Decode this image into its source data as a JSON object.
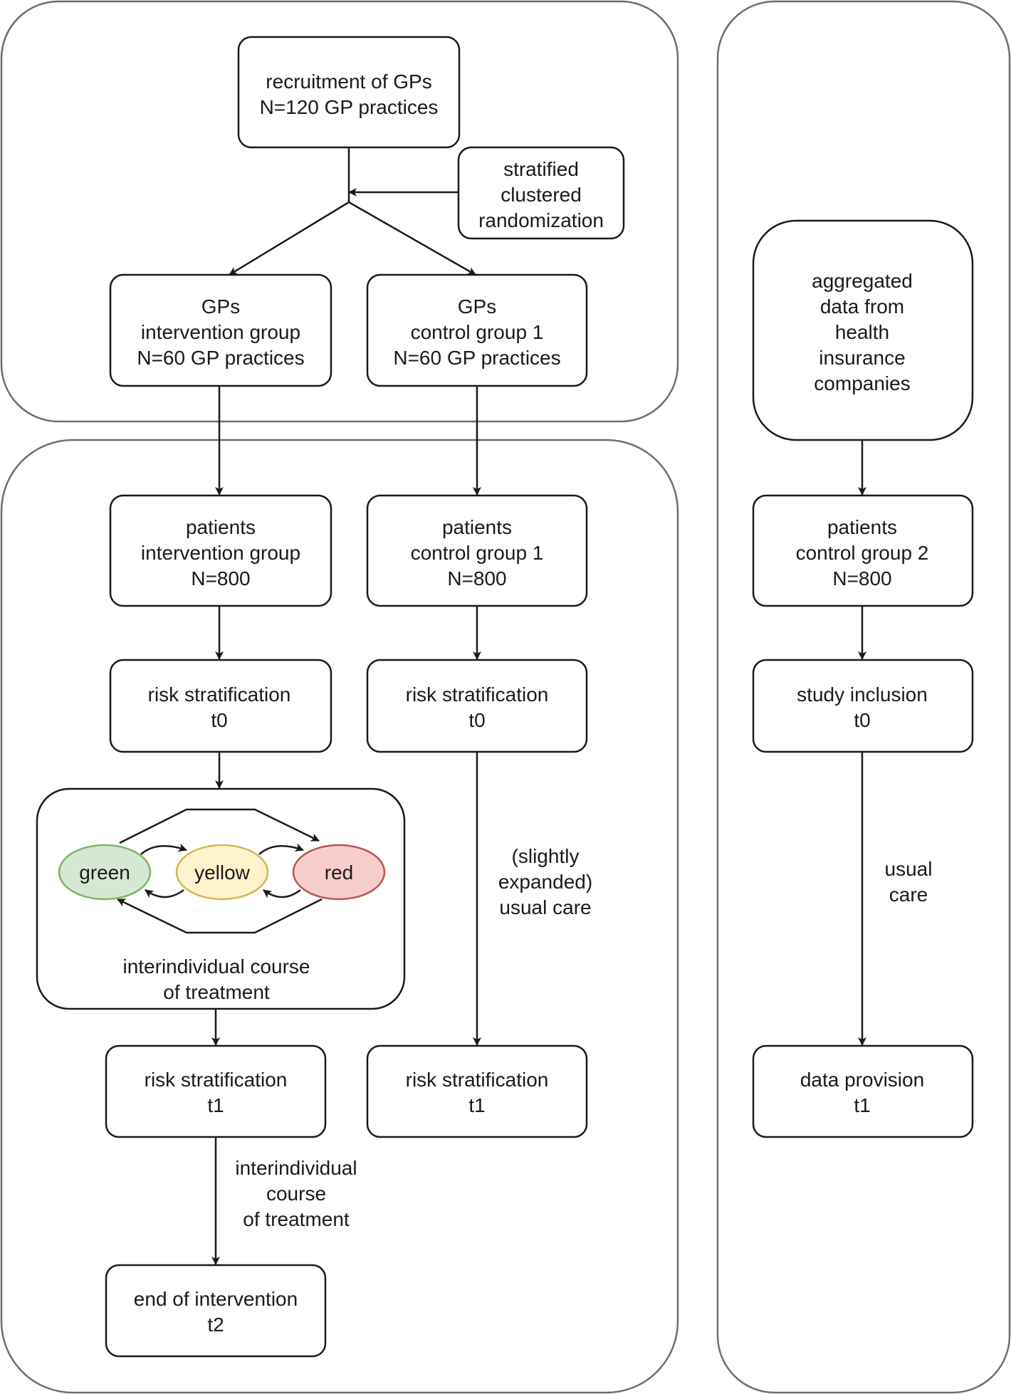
{
  "colors": {
    "green_fill": "#d5e8d4",
    "green_stroke": "#82b366",
    "yellow_fill": "#fff2cc",
    "yellow_stroke": "#d6b656",
    "red_fill": "#f8cecc",
    "red_stroke": "#b85450"
  },
  "boxes": {
    "recruitment": [
      "recruitment of GPs",
      "N=120 GP practices"
    ],
    "randomization": [
      "stratified",
      "clustered",
      "randomization"
    ],
    "gp_intervention": [
      "GPs",
      "intervention group",
      "N=60 GP practices"
    ],
    "gp_control1": [
      "GPs",
      "control group 1",
      "N=60 GP practices"
    ],
    "aggregated": [
      "aggregated",
      "data from",
      "health",
      "insurance",
      "companies"
    ],
    "pat_intervention": [
      "patients",
      "intervention group",
      "N=800"
    ],
    "pat_control1": [
      "patients",
      "control group 1",
      "N=800"
    ],
    "pat_control2": [
      "patients",
      "control group 2",
      "N=800"
    ],
    "risk_t0_intervention": [
      "risk stratification",
      "t0"
    ],
    "risk_t0_control1": [
      "risk stratification",
      "t0"
    ],
    "study_inclusion": [
      "study inclusion",
      "t0"
    ],
    "course_box": [
      "interindividual course",
      "of treatment"
    ],
    "risk_t1_intervention": [
      "risk stratification",
      "t1"
    ],
    "risk_t1_control1": [
      "risk stratification",
      "t1"
    ],
    "data_provision": [
      "data provision",
      "t1"
    ],
    "end_intervention": [
      "end of intervention",
      "t2"
    ]
  },
  "states": {
    "green": "green",
    "yellow": "yellow",
    "red": "red"
  },
  "edge_labels": {
    "control1_care": [
      "(slightly",
      "expanded)",
      "usual care"
    ],
    "control2_care": [
      "usual",
      "care"
    ],
    "intervention_course": [
      "interindividual",
      "course",
      "of treatment"
    ]
  }
}
